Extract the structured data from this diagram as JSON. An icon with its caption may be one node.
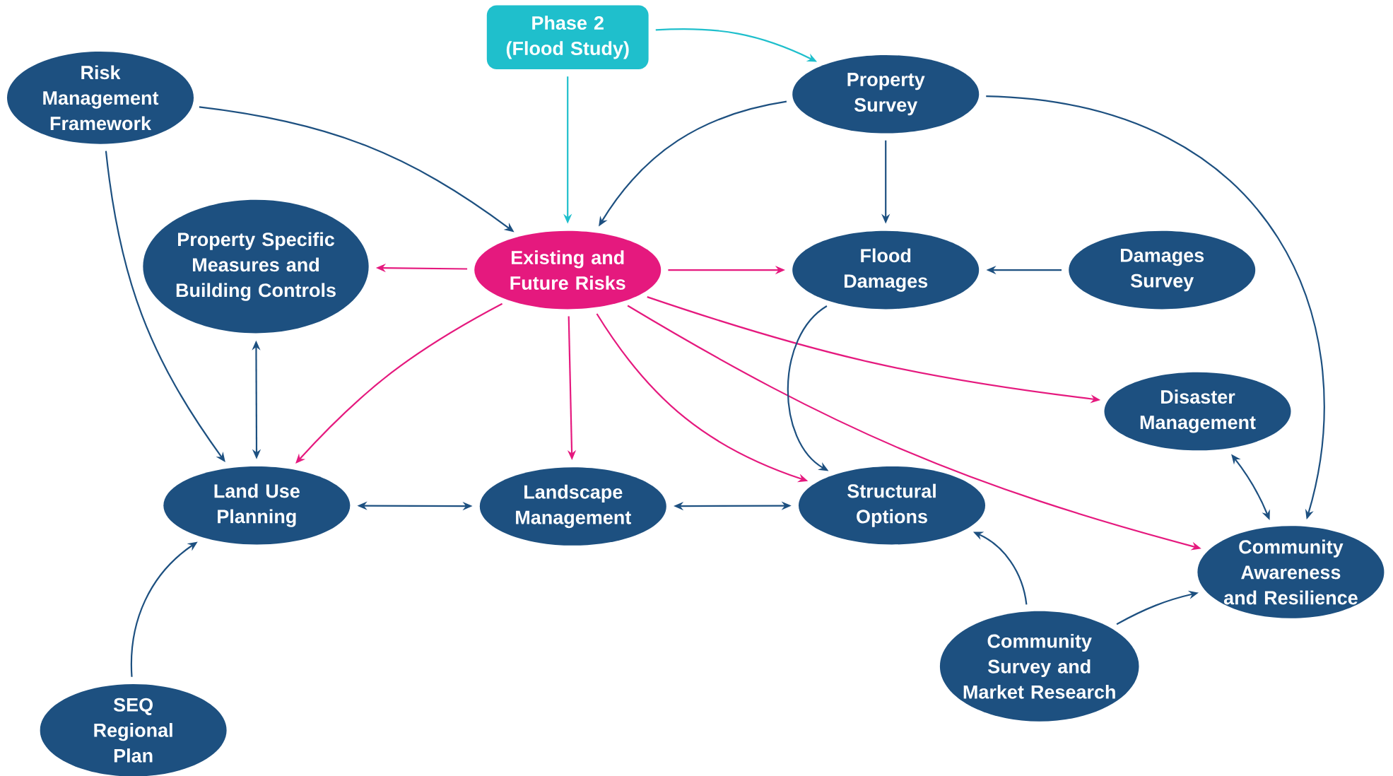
{
  "diagram": {
    "nodes": [
      {
        "text": [
          "Phase 2 (Flood Study)"
        ]
      },
      {
        "text": [
          "Risk Management Framework"
        ]
      },
      {
        "text": [
          "Property Survey"
        ]
      },
      {
        "text": [
          "Property Specific Measures and Building Controls"
        ]
      },
      {
        "text": [
          "Existing and Future Risks"
        ]
      },
      {
        "text": [
          "Flood Damages"
        ]
      },
      {
        "text": [
          "Damages Survey"
        ]
      },
      {
        "text": [
          "Disaster Management"
        ]
      },
      {
        "text": [
          "Land Use Planning"
        ]
      },
      {
        "text": [
          "Landscape Management"
        ]
      },
      {
        "text": [
          "Structural Options"
        ]
      },
      {
        "text": [
          "Community Awareness and Resilience"
        ]
      },
      {
        "text": [
          "Community Survey and Market Research"
        ]
      },
      {
        "text": [
          "SEQ Regional Plan"
        ]
      }
    ],
    "edges": [
      {
        "from": 0,
        "to": 2,
        "arrow": "to",
        "color": "#1fbfcc"
      },
      {
        "from": 0,
        "to": 4,
        "arrow": "to",
        "color": "#1fbfcc"
      },
      {
        "from": 1,
        "to": 4,
        "arrow": "to"
      },
      {
        "from": 1,
        "to": 8,
        "arrow": "to"
      },
      {
        "from": 2,
        "to": 4,
        "arrow": "to"
      },
      {
        "from": 2,
        "to": 5,
        "arrow": "to"
      },
      {
        "from": 2,
        "to": 11,
        "arrow": "to"
      },
      {
        "from": 4,
        "to": 3,
        "arrow": "to",
        "color": "#e5197e"
      },
      {
        "from": 4,
        "to": 5,
        "arrow": "to",
        "color": "#e5197e"
      },
      {
        "from": 4,
        "to": 8,
        "arrow": "to",
        "color": "#e5197e"
      },
      {
        "from": 4,
        "to": 9,
        "arrow": "to",
        "color": "#e5197e"
      },
      {
        "from": 4,
        "to": 10,
        "arrow": "to",
        "color": "#e5197e"
      },
      {
        "from": 4,
        "to": 7,
        "arrow": "to",
        "color": "#e5197e"
      },
      {
        "from": 4,
        "to": 11,
        "arrow": "to",
        "color": "#e5197e"
      },
      {
        "from": 5,
        "to": 10,
        "arrow": "to"
      },
      {
        "from": 6,
        "to": 5,
        "arrow": "to"
      },
      {
        "from": 3,
        "to": 8,
        "arrow": "both"
      },
      {
        "from": 8,
        "to": 9,
        "arrow": "both"
      },
      {
        "from": 9,
        "to": 10,
        "arrow": "both"
      },
      {
        "from": 7,
        "to": 11,
        "arrow": "both"
      },
      {
        "from": 12,
        "to": 10,
        "arrow": "to"
      },
      {
        "from": 12,
        "to": 11,
        "arrow": "to"
      },
      {
        "from": 13,
        "to": 8,
        "arrow": "to"
      }
    ]
  }
}
